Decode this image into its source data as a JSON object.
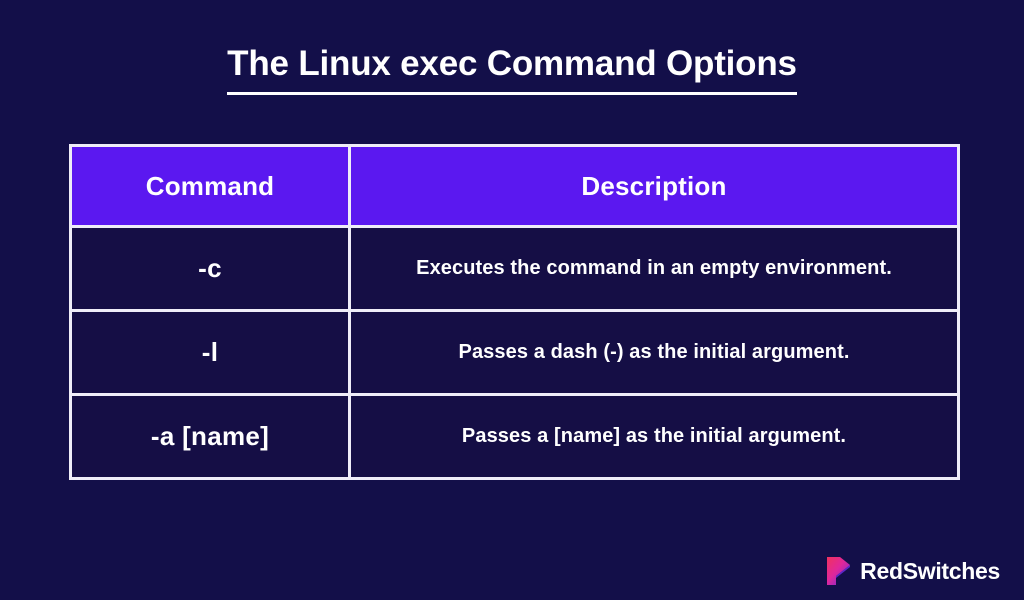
{
  "page": {
    "background_color": "#130F49",
    "title": "The Linux exec Command Options"
  },
  "table": {
    "header_color": "#5B18F0",
    "border_color": "#EFEDF8",
    "cell_color": "#150E45",
    "columns": [
      "Command",
      "Description"
    ],
    "rows": [
      {
        "command": "-c",
        "description": "Executes the command in an empty environment."
      },
      {
        "command": "-l",
        "description": "Passes a dash (-) as the initial argument."
      },
      {
        "command": "-a [name]",
        "description": "Passes a [name] as the initial argument."
      }
    ]
  },
  "footer": {
    "logo_icon": "redswitches-play-mark-icon",
    "logo_text": "RedSwitches",
    "logo_gradient_start": "#F0325E",
    "logo_gradient_end": "#6B2BE0"
  }
}
